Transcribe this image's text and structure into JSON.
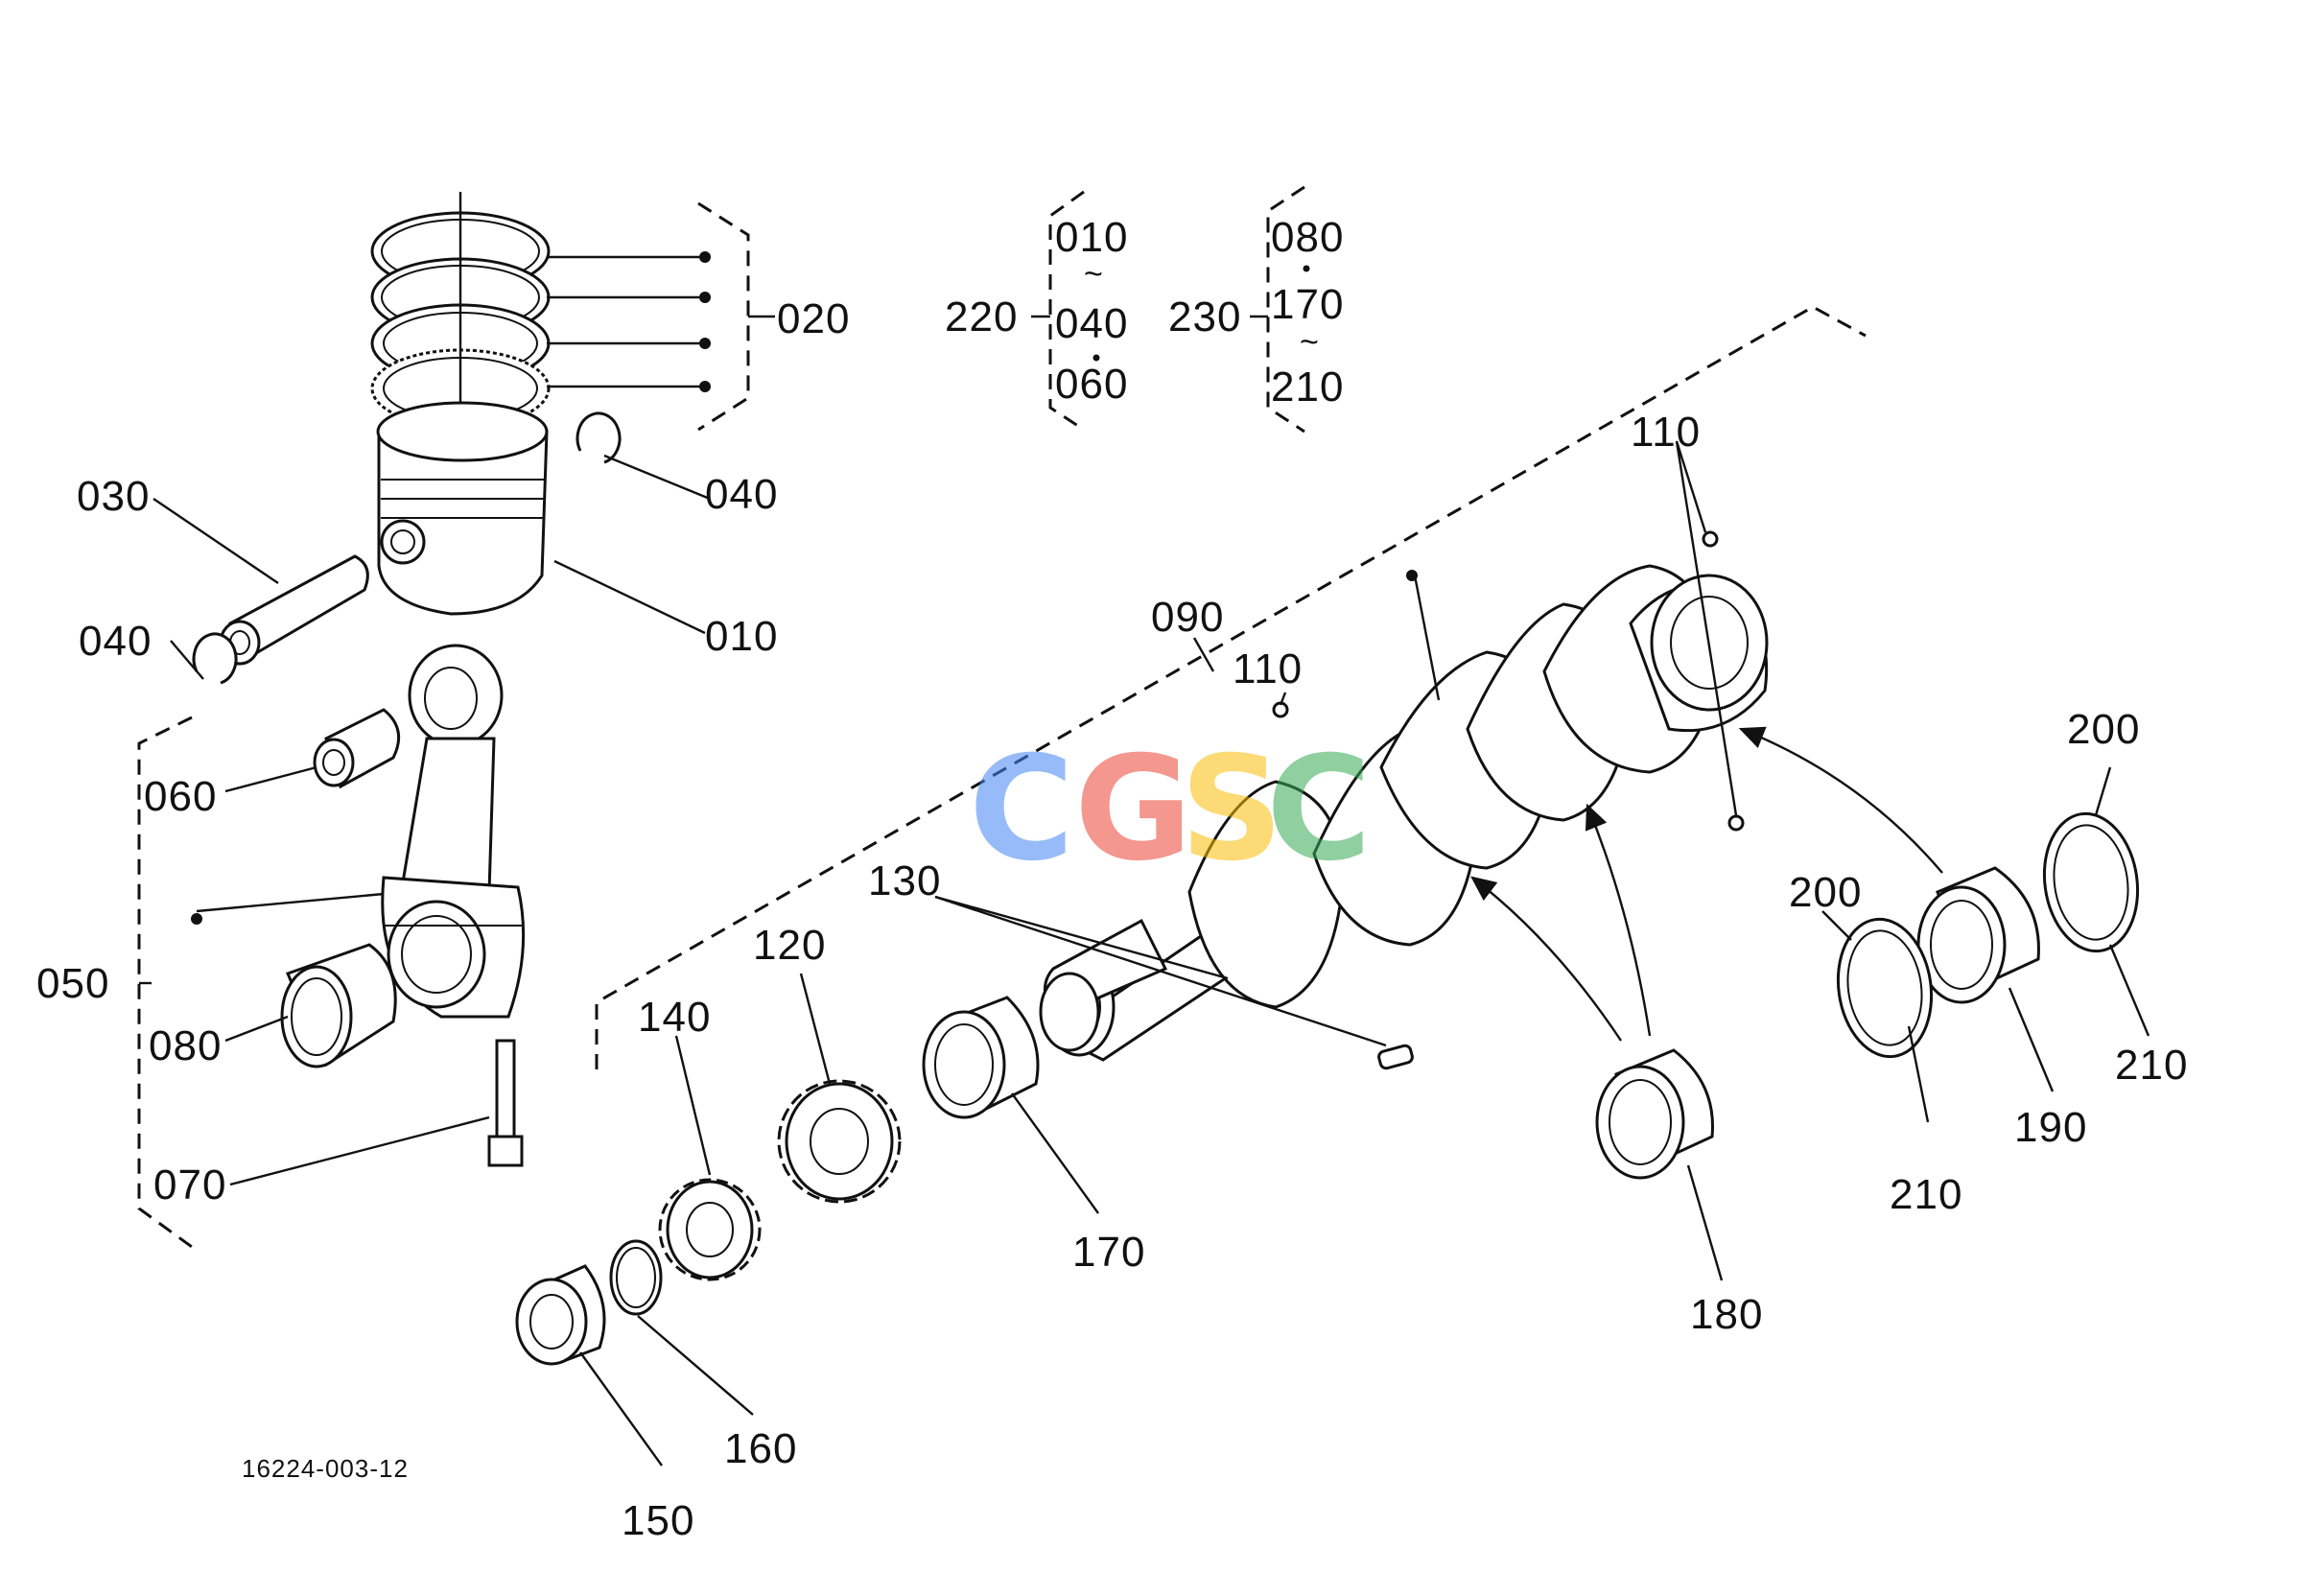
{
  "drawing_number": "16224-003-12",
  "watermark": {
    "letters": [
      "C",
      "G",
      "S",
      "C"
    ],
    "colors": [
      "#4285F4",
      "#EA4335",
      "#FBBC05",
      "#34A853"
    ]
  },
  "labels": {
    "l010": "010",
    "l020": "020",
    "l030": "030",
    "l040a": "040",
    "l040b": "040",
    "l050": "050",
    "l060": "060",
    "l070": "070",
    "l080": "080",
    "l090": "090",
    "l110a": "110",
    "l110b": "110",
    "l120": "120",
    "l130": "130",
    "l140": "140",
    "l150": "150",
    "l160": "160",
    "l170": "170",
    "l180": "180",
    "l190": "190",
    "l200a": "200",
    "l200b": "200",
    "l210a": "210",
    "l210b": "210"
  },
  "set_220": {
    "label": "220",
    "items": [
      "010",
      "040",
      "060"
    ]
  },
  "set_230": {
    "label": "230",
    "items": [
      "080",
      "170",
      "210"
    ]
  },
  "range_mark": "~"
}
